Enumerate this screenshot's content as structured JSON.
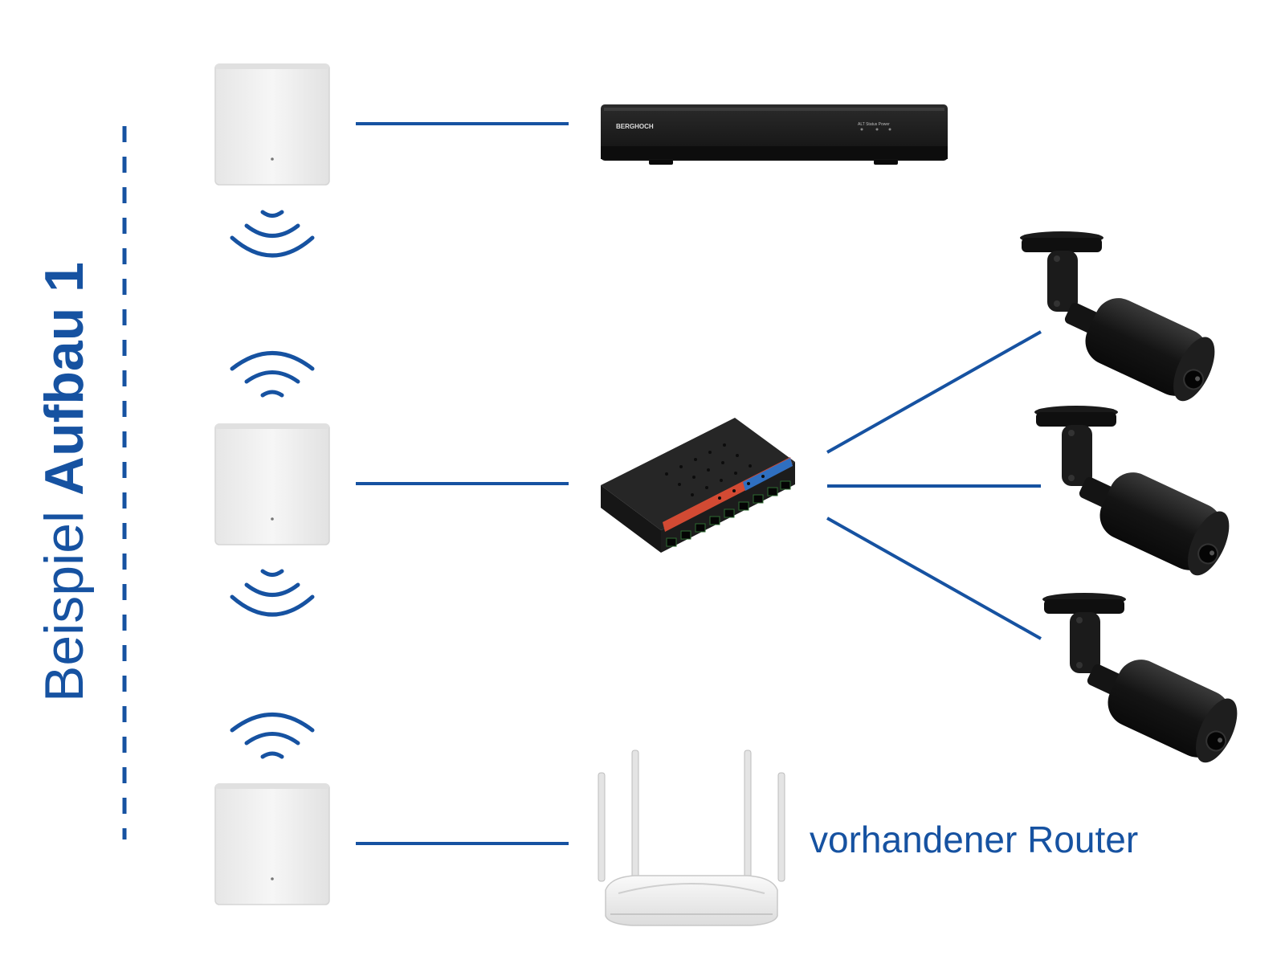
{
  "title": {
    "light": "Beispiel ",
    "bold": "Aufbau 1"
  },
  "labels": {
    "router": "vorhandener Router"
  },
  "nvr": {
    "brand": "BERGHOCH",
    "indicators": "ALT Status Power"
  },
  "colors": {
    "accent": "#1652a1",
    "device_dark": "#1c1c1c",
    "adapter": "#f2f2f2"
  },
  "devices": {
    "adapters": [
      "powerline-adapter",
      "powerline-adapter",
      "powerline-adapter"
    ],
    "nvr": "nvr-recorder",
    "switch": "poe-switch",
    "router": "wifi-router",
    "cameras": [
      "bullet-camera",
      "bullet-camera",
      "bullet-camera"
    ]
  }
}
